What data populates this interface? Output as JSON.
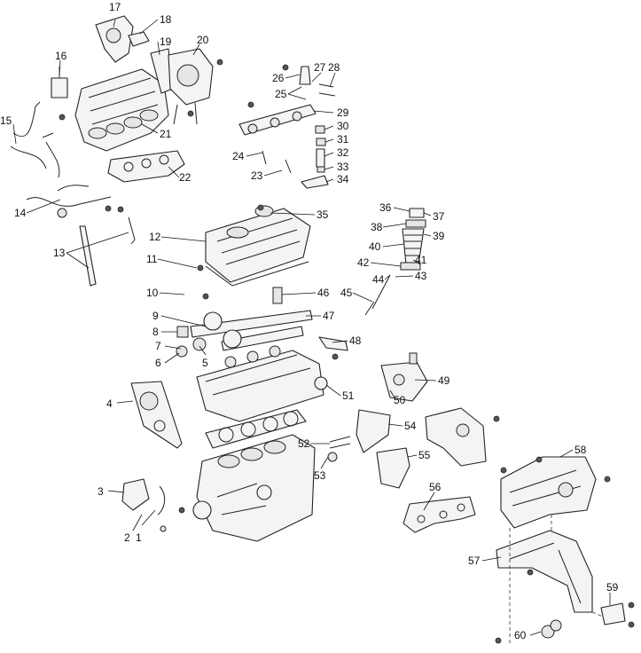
{
  "callouts": [
    "1",
    "2",
    "3",
    "4",
    "5",
    "6",
    "7",
    "8",
    "9",
    "10",
    "11",
    "12",
    "13",
    "14",
    "15",
    "16",
    "17",
    "18",
    "19",
    "20",
    "21",
    "22",
    "23",
    "24",
    "25",
    "26",
    "27",
    "28",
    "29",
    "30",
    "31",
    "32",
    "33",
    "34",
    "35",
    "36",
    "37",
    "38",
    "39",
    "40",
    "41",
    "42",
    "43",
    "44",
    "45",
    "46",
    "47",
    "48",
    "49",
    "50",
    "51",
    "52",
    "53",
    "54",
    "55",
    "56",
    "57",
    "58",
    "59",
    "60"
  ]
}
